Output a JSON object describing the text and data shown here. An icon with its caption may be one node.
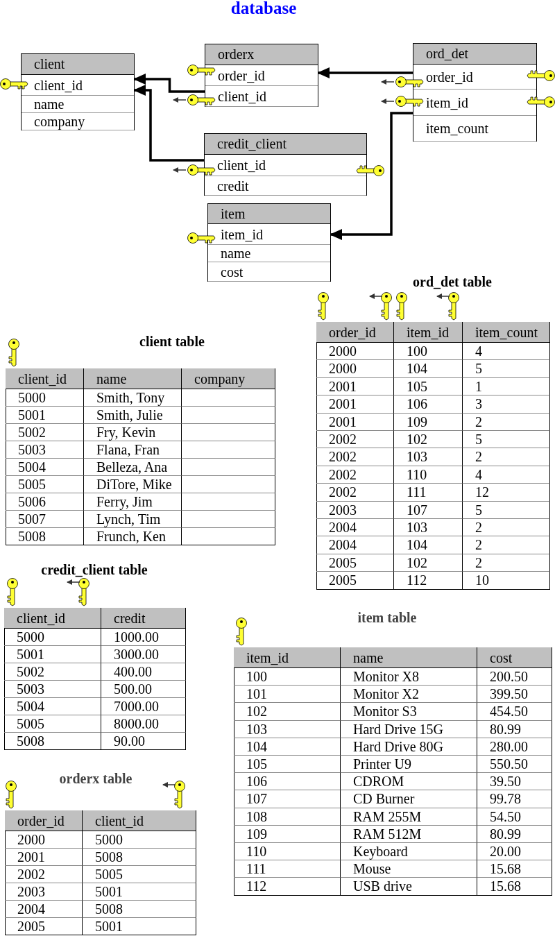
{
  "diagram": {
    "title": "database",
    "nodes": [
      {
        "text": [
          "client"
        ]
      },
      {
        "text": [
          "client_id"
        ],
        "in": 0
      },
      {
        "text": [
          "name"
        ],
        "in": 0
      },
      {
        "text": [
          "company"
        ],
        "in": 0
      },
      {
        "text": [
          "orderx"
        ]
      },
      {
        "text": [
          "order_id"
        ],
        "in": 4
      },
      {
        "text": [
          "client_id"
        ],
        "in": 4
      },
      {
        "text": [
          "ord_det"
        ]
      },
      {
        "text": [
          "order_id"
        ],
        "in": 7
      },
      {
        "text": [
          "item_id"
        ],
        "in": 7
      },
      {
        "text": [
          "item_count"
        ],
        "in": 7
      },
      {
        "text": [
          "credit_client"
        ]
      },
      {
        "text": [
          "client_id"
        ],
        "in": 11
      },
      {
        "text": [
          "credit"
        ],
        "in": 11
      },
      {
        "text": [
          "item"
        ]
      },
      {
        "text": [
          "item_id"
        ],
        "in": 14
      },
      {
        "text": [
          "name"
        ],
        "in": 14
      },
      {
        "text": [
          "cost"
        ],
        "in": 14
      }
    ],
    "edges": [
      {
        "from": 6,
        "to": 1,
        "arrow": "to"
      },
      {
        "from": 12,
        "to": 1,
        "arrow": "to"
      },
      {
        "from": 8,
        "to": 5,
        "arrow": "to"
      },
      {
        "from": 9,
        "to": 15,
        "arrow": "to"
      }
    ],
    "labels": [
      "ord_det table",
      "order_id",
      "item_id",
      "item_count",
      "2000",
      "100",
      "4",
      "2000",
      "104",
      "5",
      "2001",
      "105",
      "1",
      "2001",
      "106",
      "3",
      "2001",
      "109",
      "2",
      "2002",
      "102",
      "5",
      "2002",
      "103",
      "2",
      "2002",
      "110",
      "4",
      "2002",
      "111",
      "12",
      "2003",
      "107",
      "5",
      "2004",
      "103",
      "2",
      "2004",
      "104",
      "2",
      "2005",
      "102",
      "2",
      "2005",
      "112",
      "10",
      "client table",
      "client_id",
      "name",
      "company",
      "5000",
      "Smith, Tony",
      "5001",
      "Smith, Julie",
      "5002",
      "Fry, Kevin",
      "5003",
      "Flana, Fran",
      "5004",
      "Belleza, Ana",
      "5005",
      "DiTore, Mike",
      "5006",
      "Ferry, Jim",
      "5007",
      "Lynch, Tim",
      "5008",
      "Frunch, Ken",
      "credit_client table",
      "client_id",
      "credit",
      "5000",
      "1000.00",
      "5001",
      "3000.00",
      "5002",
      "400.00",
      "5003",
      "500.00",
      "5004",
      "7000.00",
      "5005",
      "8000.00",
      "5008",
      "90.00",
      "item table",
      "item_id",
      "name",
      "cost",
      "100",
      "Monitor X8",
      "200.50",
      "101",
      "Monitor X2",
      "399.50",
      "102",
      "Monitor S3",
      "454.50",
      "103",
      "Hard Drive 15G",
      "80.99",
      "104",
      "Hard Drive 80G",
      "280.00",
      "105",
      "Printer U9",
      "550.50",
      "106",
      "CDROM",
      "39.50",
      "107",
      "CD Burner",
      "99.78",
      "108",
      "RAM 255M",
      "54.50",
      "109",
      "RAM 512M",
      "80.99",
      "110",
      "Keyboard",
      "20.00",
      "111",
      "Mouse",
      "15.68",
      "112",
      "USB drive",
      "15.68",
      "orderx table",
      "order_id",
      "client_id",
      "2000",
      "5000",
      "2001",
      "5008",
      "2002",
      "5005",
      "2003",
      "5001",
      "2004",
      "5008",
      "2005",
      "5001"
    ]
  }
}
